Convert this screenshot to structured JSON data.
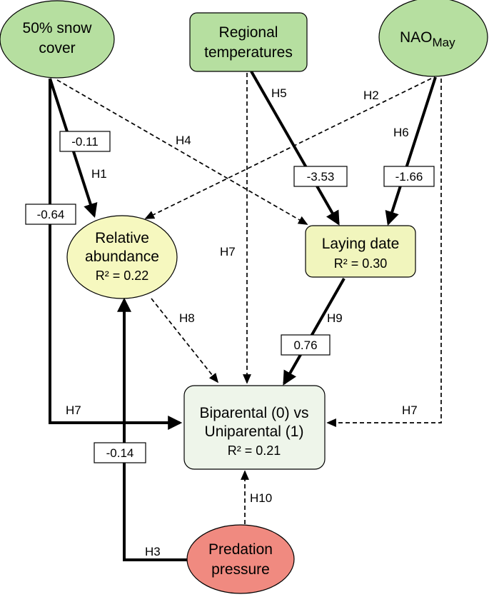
{
  "nodes": {
    "snow": {
      "line1": "50% snow",
      "line2": "cover",
      "color": "#b6dfa0"
    },
    "temps": {
      "line1": "Regional",
      "line2": "temperatures",
      "color": "#b6dfa0"
    },
    "nao": {
      "label": "NAO",
      "subscript": "May",
      "color": "#b6dfa0"
    },
    "abundance": {
      "line1": "Relative",
      "line2": "abundance",
      "r2": "R² = 0.22",
      "color": "#f6f8bf"
    },
    "laying": {
      "line1": "Laying date",
      "r2": "R² = 0.30",
      "color": "#f1f5bd"
    },
    "care": {
      "line1": "Biparental (0) vs",
      "line2": "Uniparental (1)",
      "r2": "R² = 0.21",
      "color": "#eef5ea"
    },
    "predation": {
      "line1": "Predation",
      "line2": "pressure",
      "color": "#f08a80"
    }
  },
  "hypotheses": {
    "h1": "H1",
    "h2": "H2",
    "h3": "H3",
    "h4": "H4",
    "h5": "H5",
    "h6": "H6",
    "h7_left": "H7",
    "h7_center": "H7",
    "h7_right": "H7",
    "h8": "H8",
    "h9": "H9",
    "h10": "H10"
  },
  "coefficients": {
    "snow_abundance": "-0.11",
    "snow_care": "-0.64",
    "temps_laying": "-3.53",
    "nao_laying": "-1.66",
    "laying_care": "0.76",
    "predation_abundance": "-0.14"
  }
}
